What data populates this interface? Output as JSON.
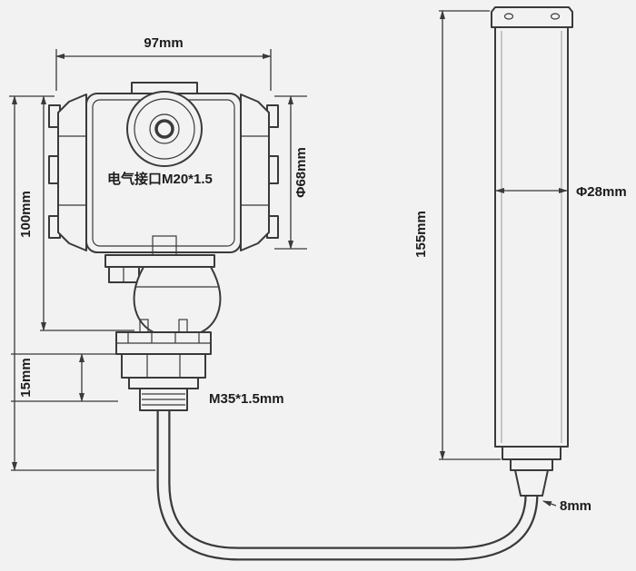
{
  "labels": {
    "top_width": "97mm",
    "housing_height": "100mm",
    "housing_diameter": "Φ68mm",
    "electrical_interface": "电气接口M20*1.5",
    "flange_thickness": "15mm",
    "thread_spec": "M35*1.5mm",
    "probe_length": "155mm",
    "probe_diameter": "Φ28mm",
    "cable_diameter": "8mm"
  },
  "colors": {
    "background": "#f2f2f2",
    "line": "#3a3a3a",
    "text": "#1c1c1c"
  }
}
